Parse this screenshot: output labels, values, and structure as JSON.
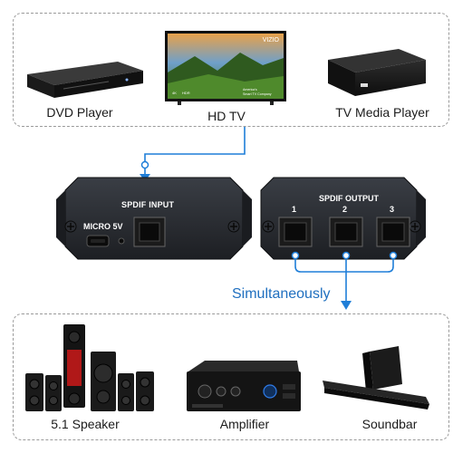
{
  "sources": [
    {
      "label": "DVD Player"
    },
    {
      "label": "HD TV"
    },
    {
      "label": "TV Media Player"
    }
  ],
  "tv_screen": {
    "brand": "VIZIO",
    "badge_left": "4K",
    "badge_mid": "HDR",
    "tagline_1": "America's",
    "tagline_2": "Smart TV Company"
  },
  "input_module": {
    "title": "SPDIF INPUT",
    "power_label": "MICRO 5V"
  },
  "output_module": {
    "title": "SPDIF OUTPUT",
    "ports": [
      "1",
      "2",
      "3"
    ]
  },
  "simultaneously_label": "Simultaneously",
  "devices": [
    {
      "label": "5.1 Speaker"
    },
    {
      "label": "Amplifier"
    },
    {
      "label": "Soundbar"
    }
  ],
  "colors": {
    "accent": "#1f7ed8",
    "module_body": "#2a2d33",
    "dashed_border": "#9a9a9a"
  }
}
